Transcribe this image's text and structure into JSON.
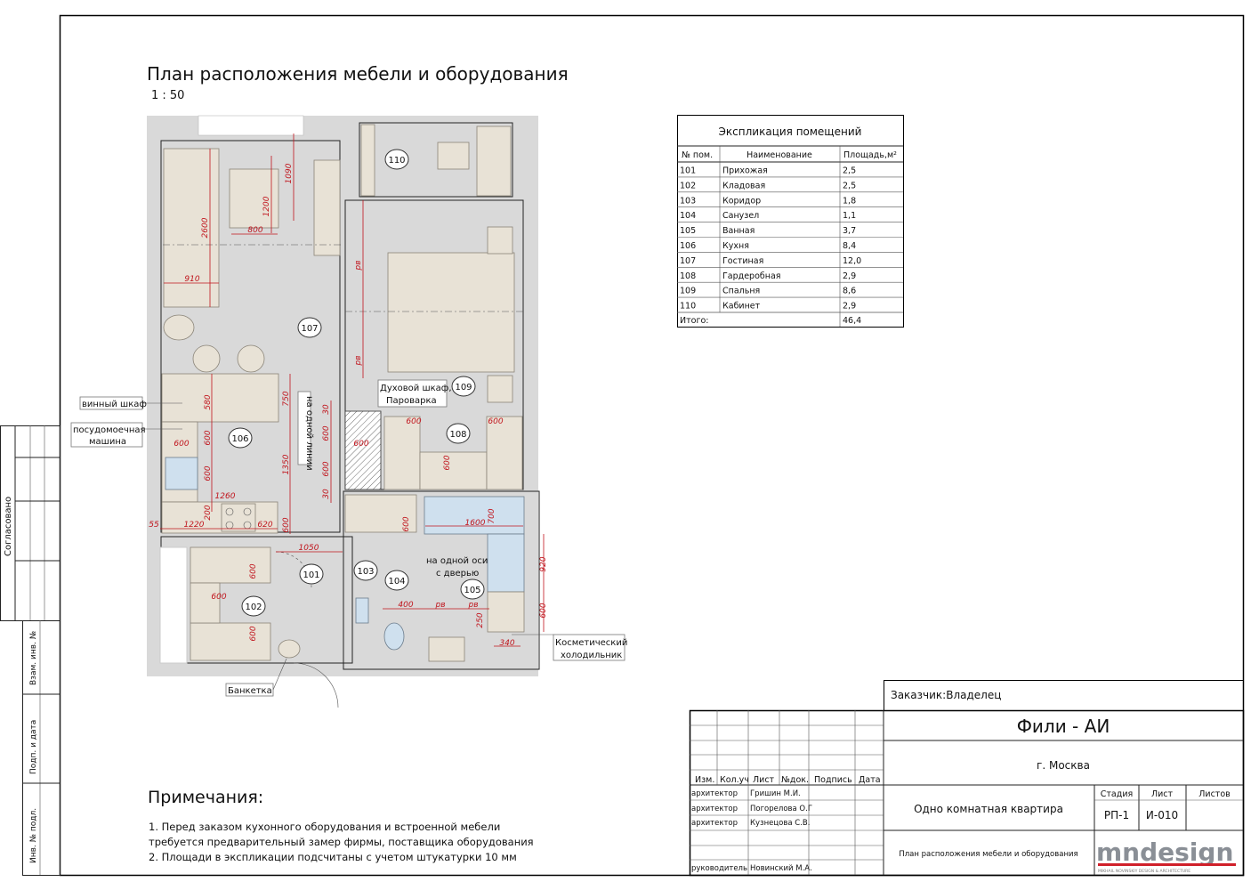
{
  "title": "План расположения мебели и оборудования",
  "scale": "1 : 50",
  "rooms": [
    "110",
    "107",
    "109",
    "108",
    "106",
    "101",
    "103",
    "104",
    "105",
    "102"
  ],
  "callouts": {
    "wine": "винный шкаф",
    "dishwasher_1": "посудомоечная",
    "dishwasher_2": "машина",
    "oven_1": "Духовой шкаф,",
    "oven_2": "Пароварка",
    "one_line": "на одной линии",
    "one_axis_1": "на одной оси",
    "one_axis_2": "с дверью",
    "fridge_1": "Косметический",
    "fridge_2": "холодильник",
    "bench": "Банкетка"
  },
  "dims": [
    "1090",
    "1200",
    "2600",
    "800",
    "910",
    "рв",
    "рв",
    "580",
    "750",
    "600",
    "600",
    "1350",
    "600",
    "1260",
    "200",
    "1220",
    "620",
    "55",
    "600",
    "1050",
    "30",
    "600",
    "600",
    "600",
    "30",
    "600",
    "600",
    "600",
    "600",
    "1600",
    "700",
    "920",
    "600",
    "600",
    "600",
    "600",
    "400",
    "рв",
    "рв",
    "250",
    "340"
  ],
  "explication": {
    "title": "Экспликация помещений",
    "headers": [
      "№ пом.",
      "Наименование",
      "Площадь,м²"
    ],
    "rows": [
      [
        "101",
        "Прихожая",
        "2,5"
      ],
      [
        "102",
        "Кладовая",
        "2,5"
      ],
      [
        "103",
        "Коридор",
        "1,8"
      ],
      [
        "104",
        "Санузел",
        "1,1"
      ],
      [
        "105",
        "Ванная",
        "3,7"
      ],
      [
        "106",
        "Кухня",
        "8,4"
      ],
      [
        "107",
        "Гостиная",
        "12,0"
      ],
      [
        "108",
        "Гардеробная",
        "2,9"
      ],
      [
        "109",
        "Спальня",
        "8,6"
      ],
      [
        "110",
        "Кабинет",
        "2,9"
      ]
    ],
    "total_label": "Итого:",
    "total_value": "46,4"
  },
  "notes": {
    "title": "Примечания:",
    "lines": [
      "1. Перед заказом кухонного оборудования и встроенной мебели",
      "требуется предварительный замер фирмы, поставщика оборудования",
      "2. Площади в экспликации подсчитаны с учетом штукатурки 10 мм"
    ]
  },
  "side_stamp": {
    "agreed": "Согласовано",
    "inv_repl": "Взам. инв. №",
    "sign_date": "Подп. и дата",
    "inv_orig": "Инв. № подл."
  },
  "title_block": {
    "customer": "Заказчик:Владелец",
    "project": "Фили - АИ",
    "city": "г. Москва",
    "headers": [
      "Изм.",
      "Кол.уч",
      "Лист",
      "№док.",
      "Подпись",
      "Дата"
    ],
    "people": [
      [
        "архитектор",
        "Гришин М.И."
      ],
      [
        "архитектор",
        "Погорелова О.Г"
      ],
      [
        "архитектор",
        "Кузнецова С.В."
      ],
      [
        "руководитель",
        "Новинский М.А."
      ]
    ],
    "object": "Одно комнатная квартира",
    "stage_label": "Стадия",
    "sheet_label": "Лист",
    "sheets_label": "Листов",
    "stage": "РП-1",
    "sheet": "И-010",
    "drawing_name": "План расположения мебели и оборудования",
    "logo": "mndesign",
    "logo_sub": "MIKHAIL NOVINSKIY DESIGN & ARCHITECTURE"
  }
}
